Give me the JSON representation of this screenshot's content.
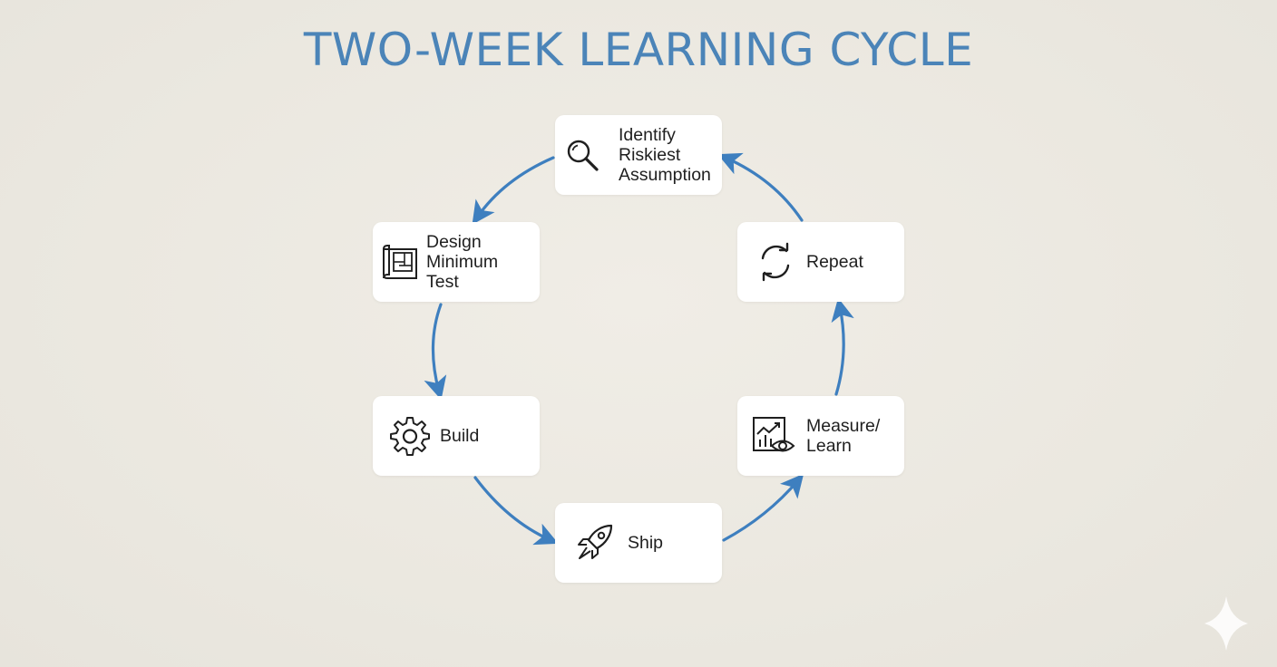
{
  "title": "TWO-WEEK LEARNING CYCLE",
  "colors": {
    "title": "#4b84b8",
    "arrow": "#3e7fbf",
    "background": "#ece9e1",
    "card": "#ffffff",
    "icon": "#1f1f1f"
  },
  "nodes": {
    "identify": {
      "label": "Identify\nRiskiest\nAssumption",
      "icon": "magnifier-icon"
    },
    "design": {
      "label": "Design\nMinimum\nTest",
      "icon": "blueprint-icon"
    },
    "build": {
      "label": "Build",
      "icon": "gear-icon"
    },
    "ship": {
      "label": "Ship",
      "icon": "rocket-icon"
    },
    "measure": {
      "label": "Measure/\nLearn",
      "icon": "chart-eye-icon"
    },
    "repeat": {
      "label": "Repeat",
      "icon": "refresh-icon"
    }
  },
  "flow": [
    "identify",
    "design",
    "build",
    "ship",
    "measure",
    "repeat",
    "identify"
  ]
}
